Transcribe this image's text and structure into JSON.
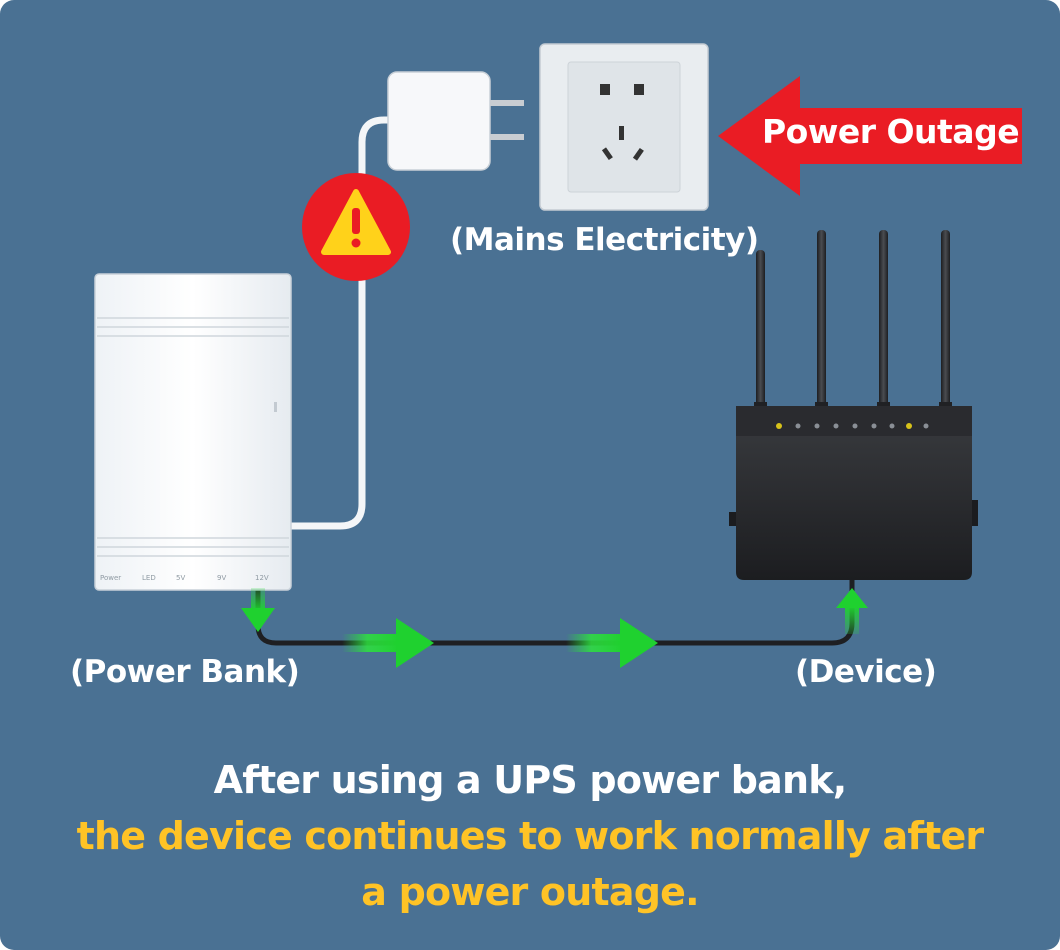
{
  "labels": {
    "mains": "(Mains Electricity)",
    "power_bank": "(Power Bank)",
    "device": "(Device)",
    "outage": "Power Outage"
  },
  "power_bank_ports": [
    "Power",
    "LED",
    "5V",
    "9V",
    "12V"
  ],
  "caption": {
    "line1": "After using a UPS power bank,",
    "line2": "the device continues to work normally after",
    "line3": "a power outage."
  },
  "colors": {
    "background": "#4a7193",
    "highlight": "#ffc326",
    "outage_red": "#ea1c24",
    "flow_green": "#27d93a"
  }
}
